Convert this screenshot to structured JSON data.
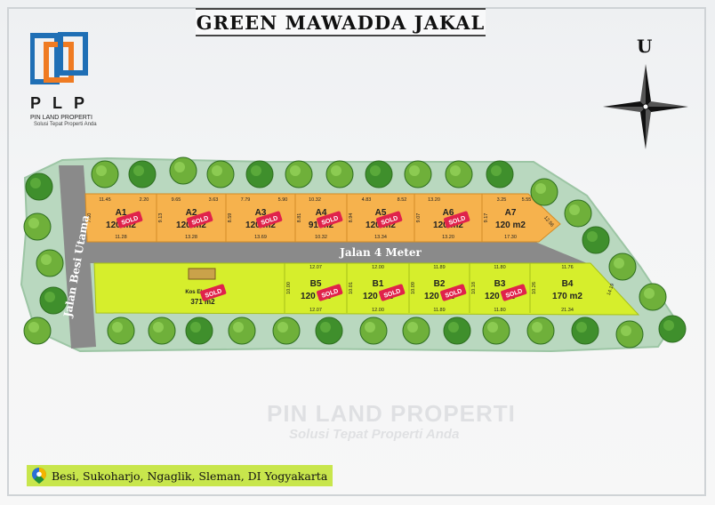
{
  "title": "GREEN MAWADDA JAKAL",
  "brand": {
    "name": "PLP",
    "subtitle": "PIN LAND PROPERTI",
    "tagline": "Solusi Tepat Properti Anda"
  },
  "watermark": {
    "brand": "PIN LAND PROPERTI",
    "tagline": "Solusi Tepat Properti Anda"
  },
  "compass": {
    "north_label": "U"
  },
  "roads": {
    "main": "Jalan Besi Utama",
    "inner": "Jalan 4 Meter"
  },
  "sold_label": "SOLD",
  "lots_north": [
    {
      "id": "A1",
      "area": "120 m2",
      "sold": true,
      "top": "11.45",
      "bottom": "11.28",
      "left": "7.80",
      "right": "2.20"
    },
    {
      "id": "A2",
      "area": "120 m2",
      "sold": true,
      "top": "9.65",
      "bottom": "13.28",
      "left": "9.13",
      "right": "3.63"
    },
    {
      "id": "A3",
      "area": "120 m2",
      "sold": true,
      "top": "7.79",
      "bottom": "13.69",
      "left": "8.59",
      "right": "5.90"
    },
    {
      "id": "A4",
      "area": "91 m2",
      "sold": true,
      "top": "10.32",
      "bottom": "10.32",
      "left": "8.81",
      "right": ""
    },
    {
      "id": "A5",
      "area": "120 m2",
      "sold": true,
      "top": "4.83",
      "bottom": "13.34",
      "left": "8.94",
      "right": "8.52"
    },
    {
      "id": "A6",
      "area": "120 m2",
      "sold": true,
      "top": "13.20",
      "bottom": "13.20",
      "left": "9.07",
      "right": ""
    },
    {
      "id": "A7",
      "area": "120 m2",
      "sold": false,
      "top": "3.25",
      "bottom": "17.30",
      "left": "9.17",
      "right": "5.55",
      "edge": "12.56"
    }
  ],
  "lots_south": [
    {
      "id": "Kos Eksklusif",
      "area": "371 m2",
      "sold": true
    },
    {
      "id": "B5",
      "area": "120 m2",
      "sold": true,
      "top": "12.07",
      "bottom": "12.07",
      "left": "10.00"
    },
    {
      "id": "B1",
      "area": "120 m2",
      "sold": true,
      "top": "12.00",
      "bottom": "12.00",
      "left": "10.01"
    },
    {
      "id": "B2",
      "area": "120 m2",
      "sold": true,
      "top": "11.89",
      "bottom": "11.89",
      "left": "10.09"
    },
    {
      "id": "B3",
      "area": "120 m2",
      "sold": true,
      "top": "11.80",
      "bottom": "11.80",
      "left": "10.18"
    },
    {
      "id": "B4",
      "area": "170 m2",
      "sold": false,
      "top": "11.76",
      "bottom": "21.34",
      "left": "10.26",
      "right": "14.19"
    }
  ],
  "address": "Besi, Sukoharjo, Ngaglik, Sleman, DI Yogyakarta",
  "colors": {
    "lot_north": "#f6b24d",
    "lot_south": "#d6ee2c",
    "road": "#8a8a8a",
    "sold": "#e0224b",
    "green_belt": "#b9d8bf"
  }
}
